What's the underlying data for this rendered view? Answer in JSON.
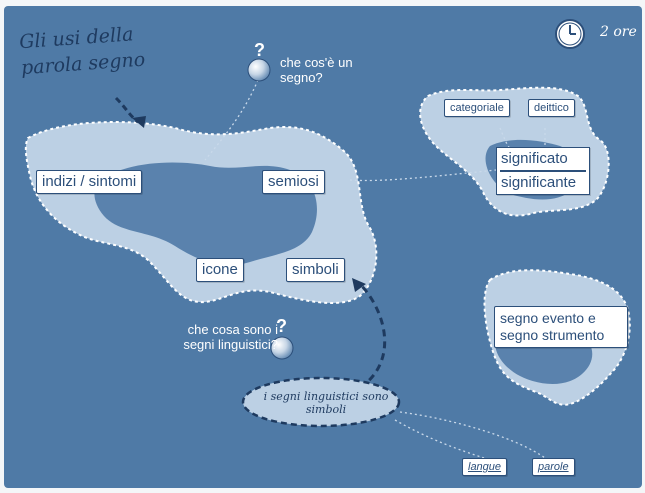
{
  "title": "Gli usi della parola segno",
  "duration": "2 ore",
  "questions": {
    "q1": "che cos'è un segno?",
    "q2": "che cosa sono i segni linguistici?",
    "mark": "?"
  },
  "statement": "i segni linguistici sono simboli",
  "island_left": {
    "labels": [
      "indizi / sintomi",
      "semiosi",
      "icone",
      "simboli"
    ]
  },
  "island_top_right": {
    "labels": [
      "categoriale",
      "deittico"
    ],
    "significato": "significato",
    "significante": "significante"
  },
  "island_bottom_right": {
    "label": "segno evento e segno strumento",
    "sub_labels": [
      "langue",
      "parole"
    ]
  },
  "colors": {
    "sea": "#4f7aa6",
    "island_outer": "#bcd0e4",
    "island_inner": "#5a82ad",
    "text_dark": "#2c4f7a",
    "accent_white": "#ffffff"
  },
  "icons": {
    "clock": "clock-icon",
    "sphere": "sphere-marker-icon"
  }
}
